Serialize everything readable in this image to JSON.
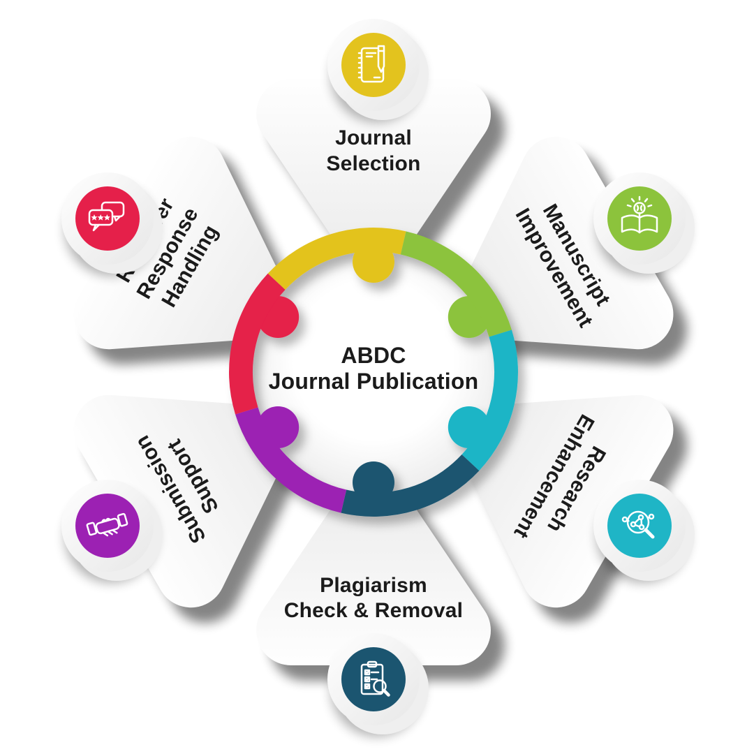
{
  "center": {
    "line1": "ABDC",
    "line2": "Journal Publication"
  },
  "petals": [
    {
      "name": "journal-selection",
      "angle": 0,
      "color": "#e3c31e",
      "icon": "notebook-pen-icon",
      "lines": [
        "Journal",
        "Selection"
      ]
    },
    {
      "name": "manuscript-improvement",
      "angle": 60,
      "color": "#8cc33c",
      "icon": "book-brain-icon",
      "lines": [
        "Manuscript",
        "Improvement"
      ]
    },
    {
      "name": "research-enhancement",
      "angle": 120,
      "color": "#1fb5c6",
      "icon": "molecule-magnifier-icon",
      "lines": [
        "Research",
        "Enhancement"
      ]
    },
    {
      "name": "plagiarism-check-removal",
      "angle": 180,
      "color": "#1b5570",
      "icon": "clipboard-magnifier-icon",
      "lines": [
        "Plagiarism",
        "Check & Removal"
      ]
    },
    {
      "name": "submission-support",
      "angle": 240,
      "color": "#9c21b3",
      "icon": "handshake-icon",
      "lines": [
        "Submission",
        "Support"
      ]
    },
    {
      "name": "reviewer-response-handling",
      "angle": 300,
      "color": "#e5204a",
      "icon": "chat-bubbles-icon",
      "lines": [
        "Reviewer",
        "Response",
        "Handling"
      ]
    }
  ],
  "colors": {
    "text": "#1b1b1b",
    "petal_fill": "#ffffff",
    "shadow": "rgba(0,0,0,0.48)"
  }
}
